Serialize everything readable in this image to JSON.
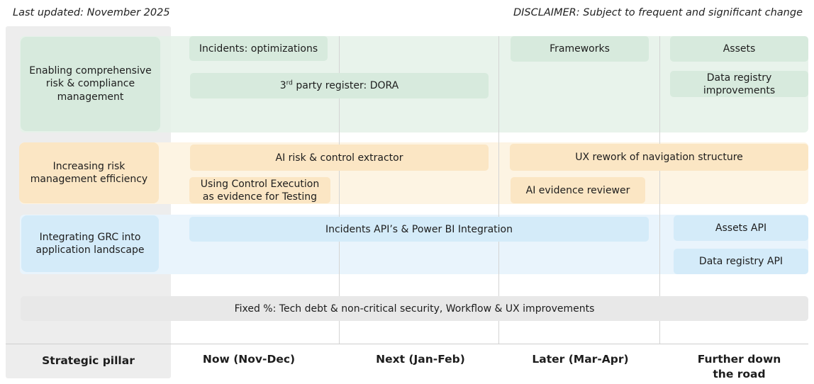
{
  "header": {
    "updated": "Last updated: November 2025",
    "disclaimer": "DISCLAIMER: Subject to frequent and significant change"
  },
  "columns": {
    "pillar": "Strategic pillar",
    "now": "Now (Nov-Dec)",
    "next": "Next (Jan-Feb)",
    "later": "Later (Mar-Apr)",
    "further_line1": "Further down",
    "further_line2": "the road"
  },
  "pillars": {
    "risk_compliance": "Enabling comprehensive risk & compliance management",
    "efficiency": "Increasing risk management efficiency",
    "integration": "Integrating GRC into application landscape"
  },
  "items": {
    "incidents_opt": "Incidents: optimizations",
    "third_party_pre": "3",
    "third_party_sup": "rd",
    "third_party_post": " party register: DORA",
    "frameworks": "Frameworks",
    "assets": "Assets",
    "data_registry_impr": "Data registry improvements",
    "ai_extractor": "AI risk & control extractor",
    "ux_rework": "UX rework of navigation structure",
    "control_execution": "Using Control Execution as evidence for Testing",
    "ai_evidence": "AI evidence reviewer",
    "incidents_api": "Incidents API’s & Power BI Integration",
    "assets_api": "Assets API",
    "data_registry_api": "Data registry API",
    "fixed": "Fixed %: Tech debt & non-critical security, Workflow & UX improvements"
  },
  "colors": {
    "green": "#d7eadd",
    "orange": "#fbe6c4",
    "blue": "#d4ebf9",
    "grey": "#e8e8e8"
  }
}
